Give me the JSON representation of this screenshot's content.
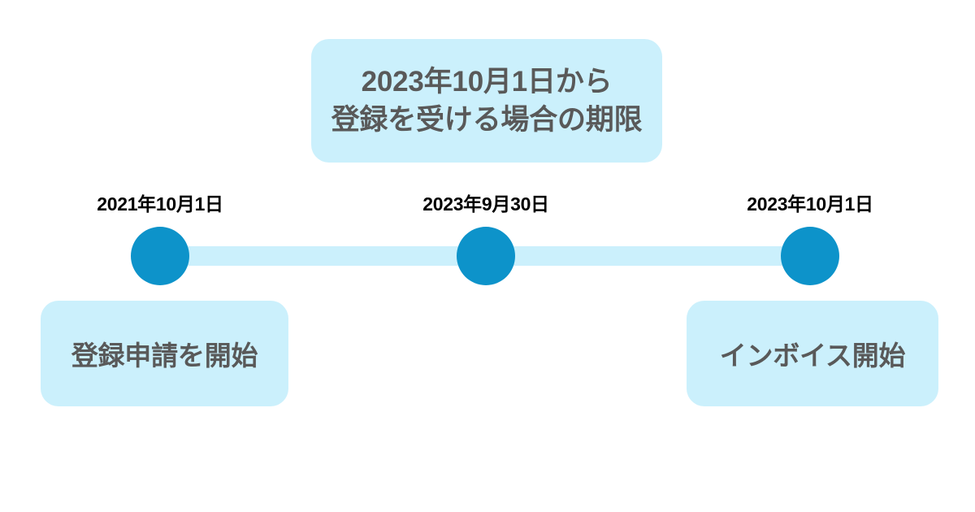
{
  "colors": {
    "background": "#ffffff",
    "pale_blue": "#cbf0fc",
    "node_blue": "#0d93ca",
    "box_text": "#595959",
    "label_text": "#000000"
  },
  "callout": {
    "line1": "2023年10月1日から",
    "line2": "登録を受ける場合の期限"
  },
  "timeline": {
    "milestones": [
      {
        "date": "2021年10月1日",
        "event": "登録申請を開始"
      },
      {
        "date": "2023年9月30日",
        "event": ""
      },
      {
        "date": "2023年10月1日",
        "event": "インボイス開始"
      }
    ]
  }
}
